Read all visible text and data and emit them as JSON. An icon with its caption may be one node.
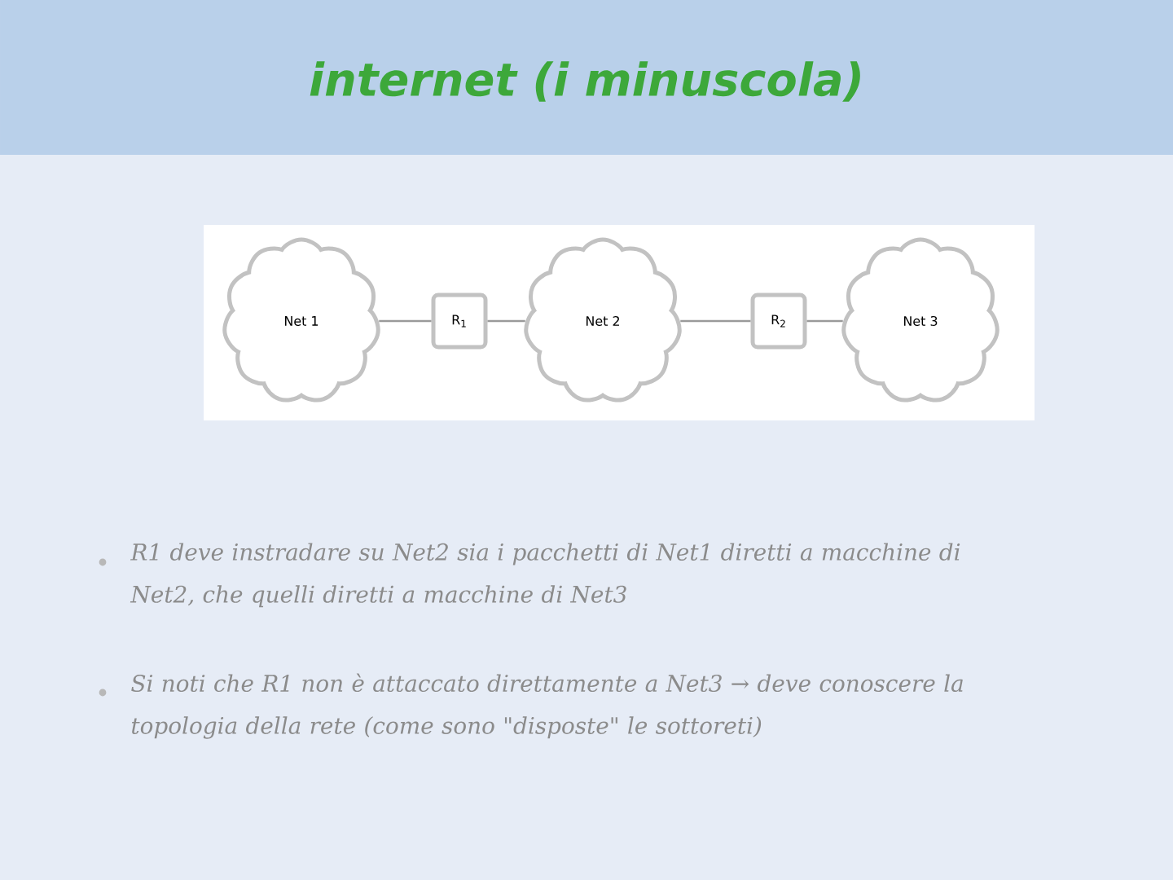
{
  "diagram": {
    "title": "internet (i minuscola)",
    "nodes": [
      {
        "text": [
          "Net 1"
        ]
      },
      {
        "text": [
          "R$_{1}$"
        ]
      },
      {
        "text": [
          "Net 2"
        ]
      },
      {
        "text": [
          "R$_{2}$"
        ]
      },
      {
        "text": [
          "Net 3"
        ]
      }
    ],
    "edges": [
      {
        "from": 0,
        "to": 1,
        "arrow": "none"
      },
      {
        "from": 1,
        "to": 2,
        "arrow": "none"
      },
      {
        "from": 2,
        "to": 3,
        "arrow": "none"
      },
      {
        "from": 3,
        "to": 4,
        "arrow": "none"
      }
    ],
    "labels": [
      "R1 deve instradare su Net2 sia i pacchetti di Net1 diretti a macchine di Net2, che quelli diretti a macchine di Net3",
      "Si noti che R1 non è attaccato direttamente a Net3 → deve conoscere la topologia della rete (come sono \"disposte\" le sottoreti)"
    ]
  }
}
